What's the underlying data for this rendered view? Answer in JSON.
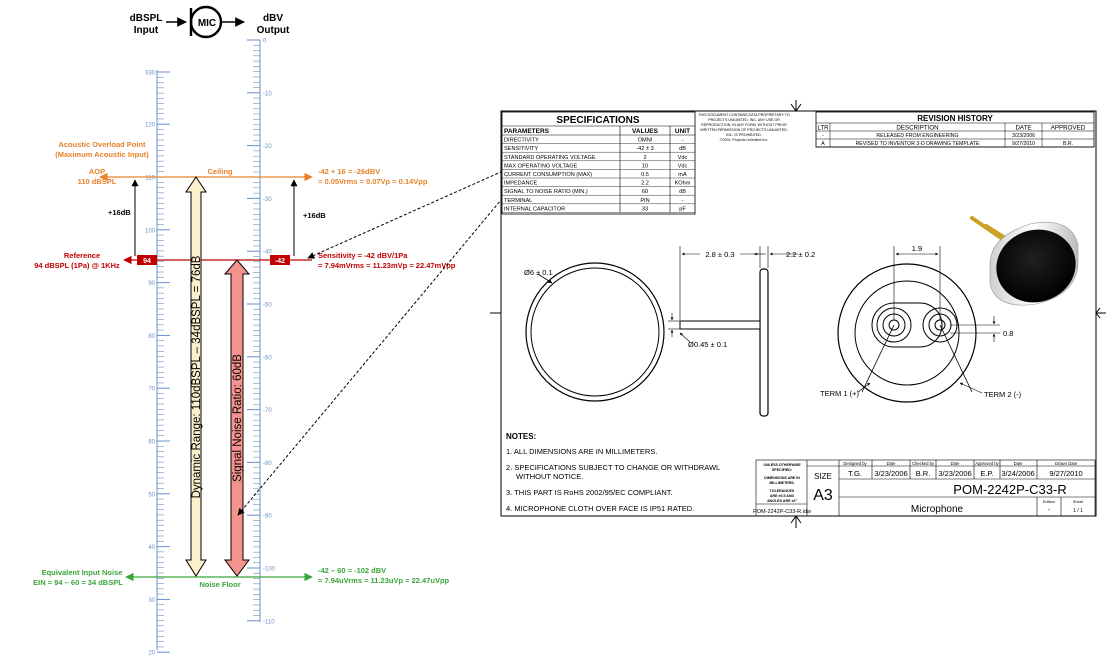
{
  "header": {
    "dbspl_input": [
      "dBSPL",
      "Input"
    ],
    "mic": "MIC",
    "dbv_output": [
      "dBV",
      "Output"
    ]
  },
  "scales": {
    "dbspl_ticks": [
      "330",
      "120",
      "110",
      "100",
      "90",
      "80",
      "70",
      "60",
      "50",
      "40",
      "30",
      "20"
    ],
    "dbv_ticks": [
      "0",
      "-10",
      "-20",
      "-30",
      "-40",
      "-50",
      "-60",
      "-70",
      "-80",
      "-90",
      "-100",
      "-110"
    ]
  },
  "annotations": {
    "aop": {
      "title": "Acoustic Overload Point",
      "subtitle": "(Maximum Acoustic Input)",
      "short": "AOP",
      "value": "110 dBSPL",
      "ceiling": "Ceiling",
      "dbv_line1": "-42 + 16 = -26dBV",
      "dbv_line2": "= 0.05Vrms = 0.07Vp = 0.14Vpp",
      "color": "#e8822a"
    },
    "plus16_left": "+16dB",
    "plus16_right": "+16dB",
    "reference": {
      "title": "Reference",
      "value": "94 dBSPL (1Pa) @ 1KHz",
      "badge_left": "94",
      "badge_right": "-42",
      "sens_line1": "Sensitivity = -42 dBV/1Pa",
      "sens_line2": "= 7.94mVrms = 11.23mVp = 22.47mVpp",
      "color": "#c00000"
    },
    "dynamic_range": "Dynamic Range: 110dBSPL – 34dBSPL = 76dB",
    "snr": "Signal Noise Ratio: 60dB",
    "ein": {
      "title": "Equivalent Input Noise",
      "value": "EIN = 94 – 60 = 34 dBSPL",
      "noise_floor": "Noise Floor",
      "dbv_line1": "-42 – 60 = -102 dBV",
      "dbv_line2": "= 7.94uVrms = 11.23uVp = 22.47uVpp",
      "color": "#3aa53a"
    }
  },
  "specifications": {
    "title": "SPECIFICATIONS",
    "headers": [
      "PARAMETERS",
      "VALUES",
      "UNIT"
    ],
    "rows": [
      [
        "DIRECTIVITY",
        "OMNI",
        "-"
      ],
      [
        "SENSITIVITY",
        "-42 ± 3",
        "dB"
      ],
      [
        "STANDARD OPERATING VOLTAGE",
        "2",
        "Vdc"
      ],
      [
        "MAX OPERATING VOLTAGE",
        "10",
        "Vdc"
      ],
      [
        "CURRENT CONSUMPTION (MAX)",
        "0.5",
        "mA"
      ],
      [
        "IMPEDANCE",
        "2.2",
        "KOhm"
      ],
      [
        "SIGNAL TO NOISE RATIO (MIN.)",
        "60",
        "dB"
      ],
      [
        "TERMINAL",
        "PIN",
        "-"
      ],
      [
        "INTERNAL CAPACITOR",
        "33",
        "pF"
      ]
    ]
  },
  "proprietary": [
    "THIS DOCUMENT CONTAINS DATA PROPRIETARY TO",
    "PROJECTS UNLIMITED, INC. ANY USE OR",
    "REPRODUCTION, IN ANY FORM, WITHOUT PRIOR",
    "WRITTEN PERMISSION OF PROJECTS UNLIMITED,",
    "INC. IS PROHIBITED.",
    "©2001, Projects Unlimited Inc."
  ],
  "revision": {
    "title": "REVISION HISTORY",
    "headers": [
      "LTR",
      "DESCRIPTION",
      "DATE",
      "APPROVED"
    ],
    "rows": [
      [
        "-",
        "RELEASED FROM ENGINEERING",
        "3/23/2006",
        ""
      ],
      [
        "A",
        "REVISED TO INVENTOR 3-D DRAWING TEMPLATE",
        "9/27/2010",
        "B.R."
      ]
    ]
  },
  "dimensions": {
    "diameter": "Ø6 ± 0.1",
    "depth": "2.8 ± 0.3",
    "height": "2.2 ± 0.2",
    "pin_dia": "Ø0.45 ± 0.1",
    "spacing": "1.9",
    "offset": "0.8",
    "term1": "TERM 1 (+)",
    "term2": "TERM 2 (-)"
  },
  "notes": {
    "title": "NOTES:",
    "items": [
      "1. ALL DIMENSIONS ARE IN MILLIMETERS.",
      "2. SPECIFICATIONS SUBJECT TO CHANGE OR WITHDRAWL",
      "WITHOUT NOTICE.",
      "3. THIS PART IS RoHS 2002/95/EC COMPLIANT.",
      "4. MICROPHONE CLOTH OVER FACE IS IP51 RATED."
    ]
  },
  "title_block": {
    "unless": [
      "UNLESS OTHERWISE",
      "SPECIFIED:"
    ],
    "dims_in": [
      "DIMENSIONS ARE IN",
      "MILLIMETERS."
    ],
    "tolerances": [
      "TOLERANCES",
      "ARE ±0.5 AND",
      "ANGLES ARE ±2°"
    ],
    "size_label": "SIZE",
    "size": "A3",
    "file": "POM-2242P-C33-R.idw",
    "designed_by_label": "Designed by",
    "designed_by": "T.G.",
    "date_label": "Date",
    "designed_date": "3/23/2006",
    "checked_by_label": "Checked by",
    "checked_by": "B.R.",
    "checked_date": "3/23/2006",
    "approved_by_label": "Approved by",
    "approved_by": "E.P.",
    "approved_date": "3/24/2006",
    "drawn_label": "Drawn Date",
    "drawn_date": "9/27/2010",
    "part_number": "POM-2242P-C33-R",
    "description": "Microphone",
    "edition_label": "Edition",
    "edition": "-",
    "sheet_label": "Sheet",
    "sheet": "1 / 1"
  }
}
